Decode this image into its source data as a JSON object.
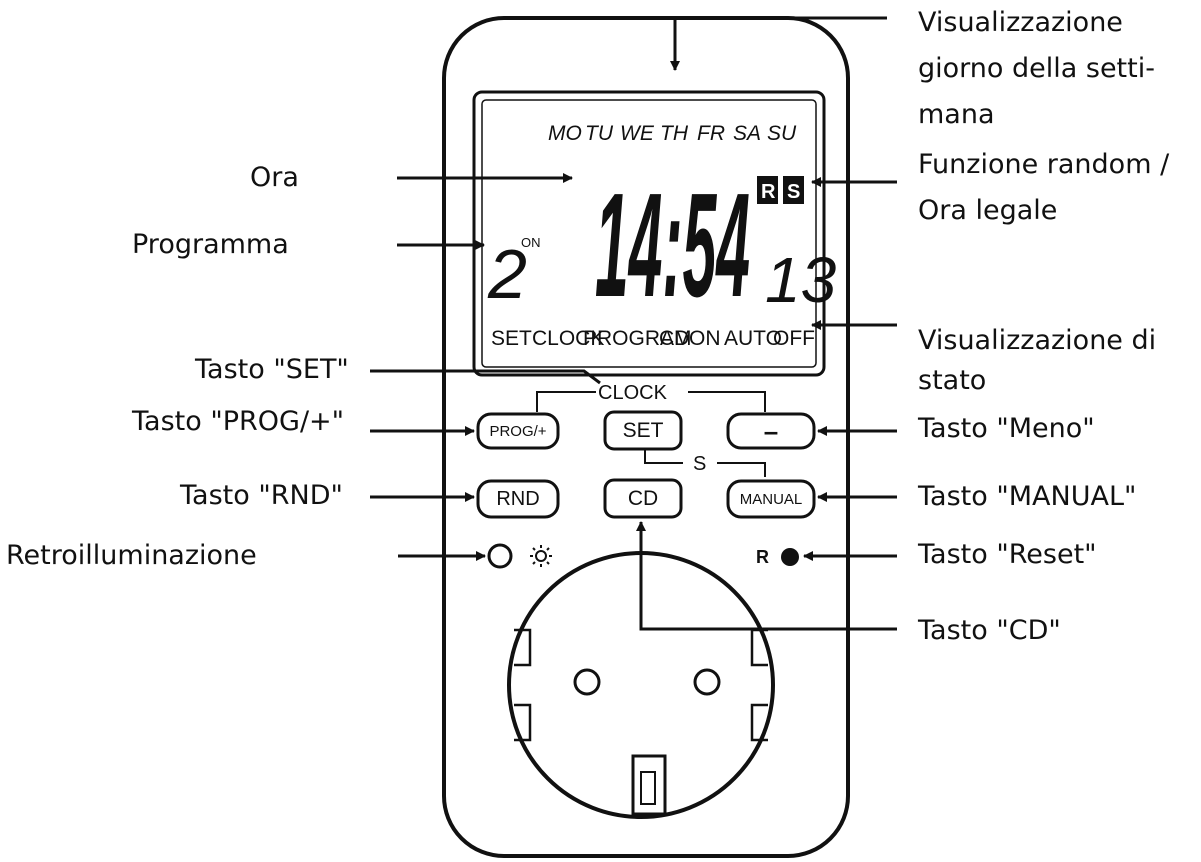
{
  "lcd": {
    "days": [
      "MO",
      "TU",
      "WE",
      "TH",
      "FR",
      "SA",
      "SU"
    ],
    "time": "14:54",
    "random_indicator": "R",
    "dst_indicator": "S",
    "program_number": "2",
    "program_state": "ON",
    "seconds": "13",
    "status_labels": [
      "SET",
      "CLOCK",
      "PROGRAM",
      "CD",
      "ON",
      "AUTO",
      "OFF"
    ]
  },
  "panel": {
    "clock_label": "CLOCK",
    "s_label": "S",
    "reset_label": "R",
    "buttons": {
      "prog": "PROG/+",
      "set": "SET",
      "minus": "–",
      "rnd": "RND",
      "cd": "CD",
      "manual": "MANUAL"
    }
  },
  "callouts_left": {
    "ora": "Ora",
    "programma": "Programma",
    "tasto_set": "Tasto \"SET\"",
    "tasto_prog": "Tasto \"PROG/+\"",
    "tasto_rnd": "Tasto \"RND\"",
    "retroilluminazione": "Retroilluminazione"
  },
  "callouts_right": {
    "giorno_lines": [
      "Visualizzazione",
      "giorno della setti-",
      "mana"
    ],
    "random_lines": [
      "Funzione random /",
      "Ora legale"
    ],
    "stato_lines": [
      "Visualizzazione di",
      "stato"
    ],
    "tasto_meno": "Tasto \"Meno\"",
    "tasto_manual": "Tasto \"MANUAL\"",
    "tasto_reset": "Tasto \"Reset\"",
    "tasto_cd": "Tasto \"CD\""
  },
  "colors": {
    "ink": "#111111",
    "background": "#ffffff"
  }
}
